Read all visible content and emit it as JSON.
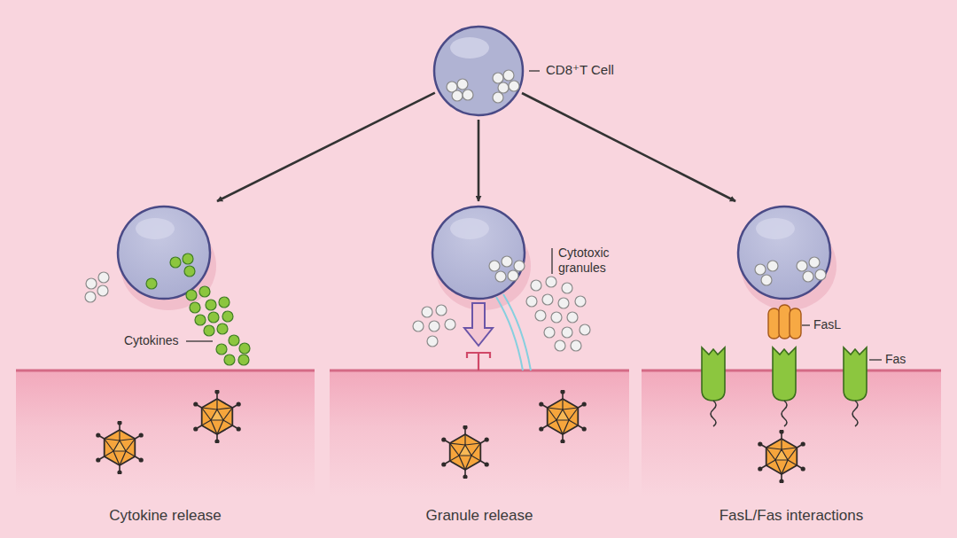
{
  "diagram": {
    "nodes": [
      {
        "text": [
          "CD8⁺T Cell"
        ]
      },
      {
        "text": [
          "Cytokine release"
        ]
      },
      {
        "text": [
          "Granule release"
        ]
      },
      {
        "text": [
          "FasL/Fas interactions"
        ]
      }
    ],
    "edges": [
      {
        "from": 0,
        "to": 1,
        "arrow": "to"
      },
      {
        "from": 0,
        "to": 2,
        "arrow": "to"
      },
      {
        "from": 0,
        "to": 3,
        "arrow": "to"
      }
    ],
    "labels": [
      "Cytokines",
      "Cytotoxic granules",
      "FasL",
      "Fas"
    ]
  }
}
